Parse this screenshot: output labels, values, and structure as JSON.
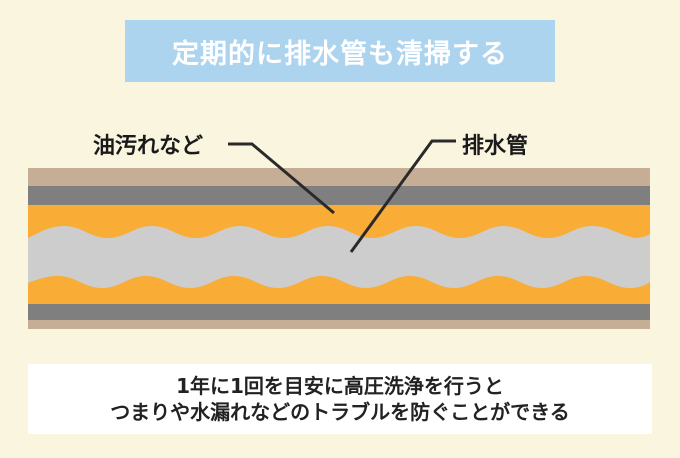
{
  "title": {
    "text": "定期的に排水管も清掃する",
    "bg_color": "#acd4ef"
  },
  "labels": {
    "oil": "油汚れなど",
    "pipe": "排水管"
  },
  "diagram": {
    "colors": {
      "outer": "#c5ae95",
      "wall": "#7f7f7f",
      "grease": "#f9ac36",
      "interior": "#cdcdcd",
      "leader": "#2a2a2a",
      "background": "#faf5df"
    }
  },
  "note": {
    "lines": [
      "1年に1回を目安に高圧洗浄を行うと",
      "つまりや水漏れなどのトラブルを防ぐことができる"
    ]
  }
}
